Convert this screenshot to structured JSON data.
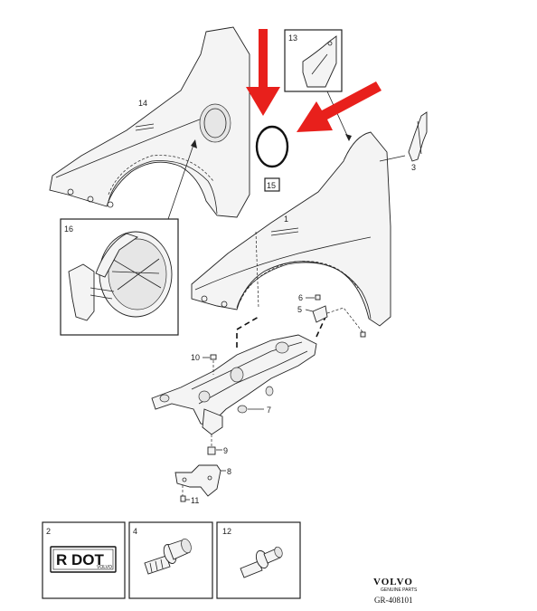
{
  "callouts": {
    "c1": "1",
    "c2": "2",
    "c3": "3",
    "c4": "4",
    "c5": "5",
    "c6": "6",
    "c7": "7",
    "c8": "8",
    "c9": "9",
    "c10": "10",
    "c11": "11",
    "c12": "12",
    "c13": "13",
    "c14": "14",
    "c15": "15",
    "c16": "16"
  },
  "badge": {
    "text": "R DOT",
    "brand": "VOLVO"
  },
  "brand": {
    "name": "VOLVO",
    "subtitle": "GENUINE PARTS",
    "code": "GR-408101"
  },
  "colors": {
    "arrow": "#e8201c",
    "line": "#222222"
  }
}
